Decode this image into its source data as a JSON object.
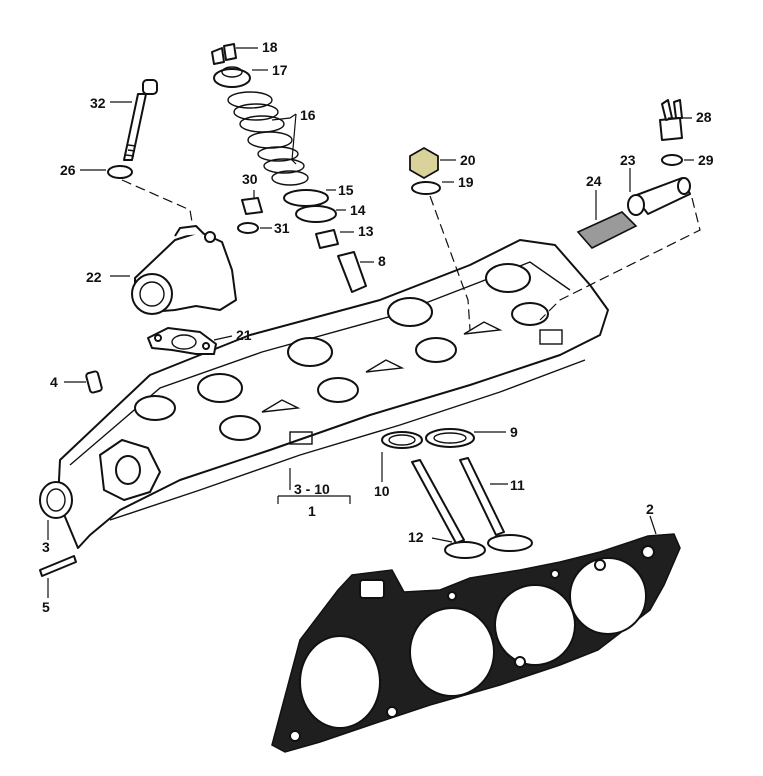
{
  "colors": {
    "ink": "#111111",
    "gasket": "#1f1f1f",
    "paper": "#ffffff",
    "nut": "#d9d29a",
    "mesh": "#9a9a9a"
  },
  "labels": {
    "l1": "1",
    "l2": "2",
    "l3": "3",
    "l3_10": "3 - 10",
    "l4": "4",
    "l5": "5",
    "l8": "8",
    "l9": "9",
    "l10": "10",
    "l11": "11",
    "l12": "12",
    "l13": "13",
    "l14": "14",
    "l15": "15",
    "l16": "16",
    "l17": "17",
    "l18": "18",
    "l19": "19",
    "l20": "20",
    "l21": "21",
    "l22": "22",
    "l23": "23",
    "l24": "24",
    "l26": "26",
    "l28": "28",
    "l29": "29",
    "l30": "30",
    "l31": "31",
    "l32": "32"
  }
}
